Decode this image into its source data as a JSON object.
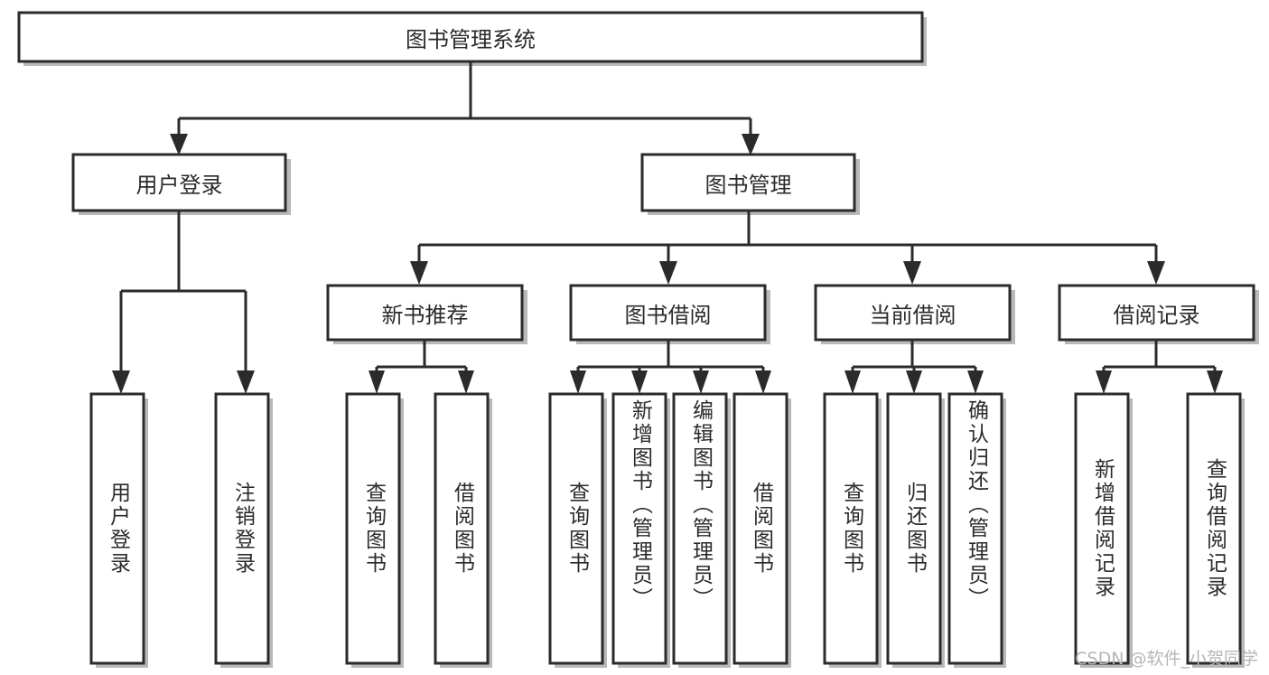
{
  "diagram": {
    "title": "图书管理系统",
    "type": "hierarchy-tree",
    "watermark": "CSDN @软件_小贺同学",
    "colors": {
      "stroke": "#2b2b2b",
      "fill": "#ffffff",
      "shadow": "#b9b9b9",
      "background": "#ffffff",
      "watermark": "#b6b6b6"
    },
    "levels": [
      {
        "level": 1,
        "nodes": [
          {
            "id": "root",
            "label": "图书管理系统",
            "orientation": "horizontal"
          }
        ]
      },
      {
        "level": 2,
        "nodes": [
          {
            "id": "login",
            "label": "用户登录",
            "orientation": "horizontal",
            "parent": "root"
          },
          {
            "id": "bookmgmt",
            "label": "图书管理",
            "orientation": "horizontal",
            "parent": "root"
          }
        ]
      },
      {
        "level": 3,
        "nodes": [
          {
            "id": "newbook",
            "label": "新书推荐",
            "orientation": "horizontal",
            "parent": "bookmgmt"
          },
          {
            "id": "borrow",
            "label": "图书借阅",
            "orientation": "horizontal",
            "parent": "bookmgmt"
          },
          {
            "id": "current",
            "label": "当前借阅",
            "orientation": "horizontal",
            "parent": "bookmgmt"
          },
          {
            "id": "record",
            "label": "借阅记录",
            "orientation": "horizontal",
            "parent": "bookmgmt"
          }
        ]
      },
      {
        "level": 4,
        "nodes": [
          {
            "id": "leaf-user-login",
            "label": "用户登录",
            "orientation": "vertical",
            "parent": "login"
          },
          {
            "id": "leaf-user-logout",
            "label": "注销登录",
            "orientation": "vertical",
            "parent": "login"
          },
          {
            "id": "leaf-new-query",
            "label": "查询图书",
            "orientation": "vertical",
            "parent": "newbook"
          },
          {
            "id": "leaf-new-borrow",
            "label": "借阅图书",
            "orientation": "vertical",
            "parent": "newbook"
          },
          {
            "id": "leaf-borrow-query",
            "label": "查询图书",
            "orientation": "vertical",
            "parent": "borrow"
          },
          {
            "id": "leaf-borrow-add",
            "label": "新增图书（管理员）",
            "orientation": "vertical",
            "parent": "borrow"
          },
          {
            "id": "leaf-borrow-edit",
            "label": "编辑图书（管理员）",
            "orientation": "vertical",
            "parent": "borrow"
          },
          {
            "id": "leaf-borrow-lend",
            "label": "借阅图书",
            "orientation": "vertical",
            "parent": "borrow"
          },
          {
            "id": "leaf-current-query",
            "label": "查询图书",
            "orientation": "vertical",
            "parent": "current"
          },
          {
            "id": "leaf-current-return",
            "label": "归还图书",
            "orientation": "vertical",
            "parent": "current"
          },
          {
            "id": "leaf-current-confirm",
            "label": "确认归还（管理员）",
            "orientation": "vertical",
            "parent": "current"
          },
          {
            "id": "leaf-record-add",
            "label": "新增借阅记录",
            "orientation": "vertical",
            "parent": "record"
          },
          {
            "id": "leaf-record-query",
            "label": "查询借阅记录",
            "orientation": "vertical",
            "parent": "record"
          }
        ]
      }
    ]
  }
}
